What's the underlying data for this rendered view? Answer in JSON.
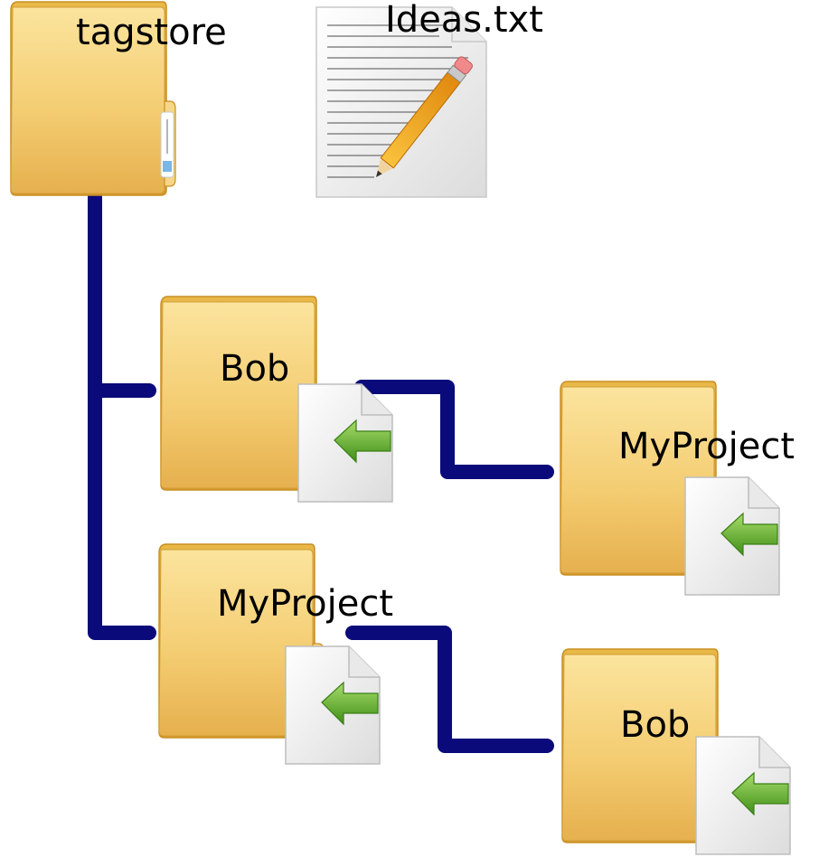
{
  "diagram": {
    "root_folder": {
      "label": "tagstore",
      "icon": "folder-icon"
    },
    "file": {
      "label": "Ideas.txt",
      "icon": "text-file-with-pencil-icon"
    },
    "tag_folders": [
      {
        "label": "Bob",
        "icon": "folder-link-icon"
      },
      {
        "label": "MyProject",
        "icon": "folder-link-icon"
      }
    ],
    "link_targets": [
      {
        "label": "MyProject",
        "icon": "folder-link-icon"
      },
      {
        "label": "Bob",
        "icon": "folder-link-icon"
      }
    ],
    "colors": {
      "connector": "#0a0a7a",
      "folder": "#f2c866",
      "arrow": "#5fae28"
    }
  }
}
